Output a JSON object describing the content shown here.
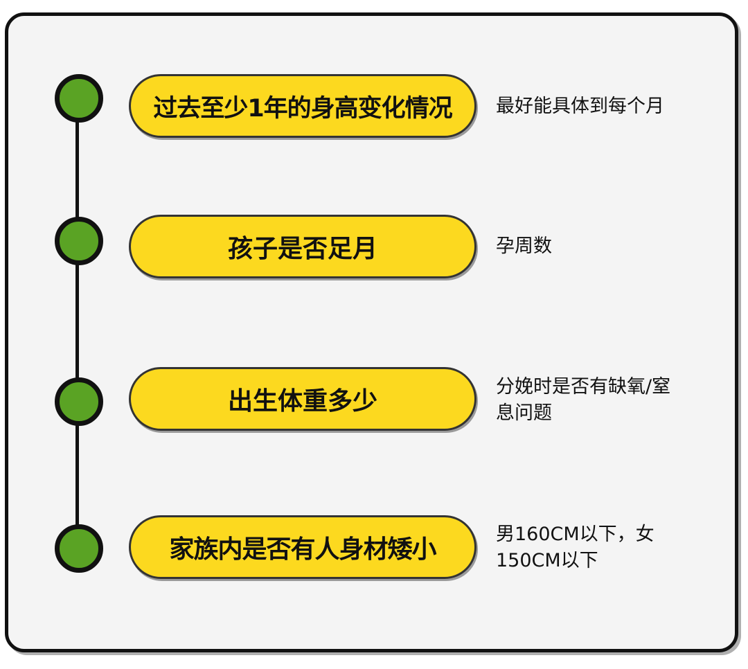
{
  "steps": [
    {
      "title": "过去至少1年的身高变化情况",
      "note_lines": [
        "最好能具体到每个月"
      ]
    },
    {
      "title": "孩子是否足月",
      "note_lines": [
        "孕周数"
      ]
    },
    {
      "title": "出生体重多少",
      "note_lines": [
        "分娩时是否有缺氧/窒",
        "息问题"
      ]
    },
    {
      "title": "家族内是否有人身材矮小",
      "note_lines": [
        "男160CM以下，女",
        "150CM以下"
      ]
    }
  ],
  "colors": {
    "pill": "#fcd91f",
    "node": "#5aa324",
    "outline": "#111111",
    "card": "#f4f4f4"
  }
}
